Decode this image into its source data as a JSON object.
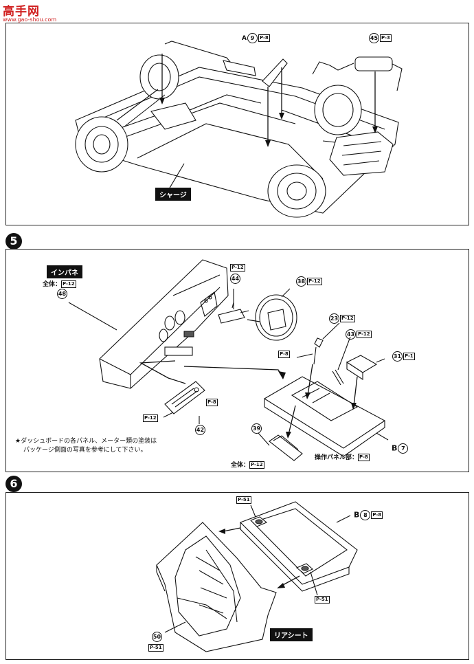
{
  "watermark": {
    "logo_text": "高手网",
    "url": "www.gao-shou.com"
  },
  "step4": {
    "chassis_label": "シャージ",
    "callout_a": {
      "prefix": "A",
      "num": "9",
      "paint": "P-8"
    },
    "callout_45": {
      "num": "45",
      "paint": "P-3"
    }
  },
  "step5": {
    "number": "5",
    "section_tag": "インパネ",
    "whole_label": "全体：",
    "whole_paint": "P-12",
    "callouts": [
      {
        "num": "48"
      },
      {
        "num": "44",
        "paint": "P-12"
      },
      {
        "num": "38",
        "paint": "P-12"
      },
      {
        "num": "23",
        "paint": "P-12"
      },
      {
        "num": "43",
        "paint": "P-12"
      },
      {
        "num": "31",
        "paint": "P-1"
      },
      {
        "num": "42"
      },
      {
        "num": "39"
      }
    ],
    "paint_8_a": "P-8",
    "paint_8_b": "P-8",
    "paint_12_a": "P-12",
    "part_b": {
      "prefix": "B",
      "num": "7"
    },
    "note_line1": "★ダッシュボードの各パネル、メーター類の塗装は",
    "note_line2": "パッケージ側面の写真を参考にして下さい。",
    "whole_label2": "全体：",
    "whole_paint2": "P-12",
    "control_panel_label": "操作パネル部：",
    "control_panel_paint": "P-8"
  },
  "step6": {
    "number": "6",
    "rear_seat_tag": "リアシート",
    "paint_top": "P-51",
    "part_b": {
      "prefix": "B",
      "num": "8",
      "paint": "P-8"
    },
    "paint_mid": "P-51",
    "callout_50": {
      "num": "50",
      "paint": "P-51"
    }
  }
}
